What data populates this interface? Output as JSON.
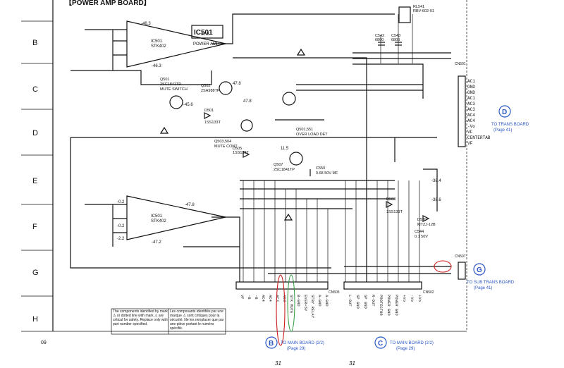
{
  "title": "【POWER AMP BOARD】",
  "page_number": "31",
  "corner_label": "09",
  "row_labels": [
    "B",
    "C",
    "D",
    "E",
    "F",
    "G",
    "H"
  ],
  "ic_upper": {
    "id": "IC501",
    "function": "POWER AMP",
    "ref": "IC501",
    "part": "STK402"
  },
  "ic_lower": {
    "ref": "IC501",
    "part": "STK402"
  },
  "transistors": [
    {
      "ref": "Q501",
      "part": "2SC1841TP",
      "role": "MUTE SWITCH"
    },
    {
      "ref": "Q502",
      "part": "2SA988TP"
    },
    {
      "ref": "Q501,551",
      "part": "",
      "role": "OVER LOAD DET"
    },
    {
      "ref": "Q503,504",
      "part": "",
      "role": "MUTE CONT"
    },
    {
      "ref": "Q507",
      "part": "2SC1841TP"
    }
  ],
  "diodes": [
    {
      "ref": "D501",
      "part": "1SS133T"
    },
    {
      "ref": "D505",
      "part": "1SS133T"
    },
    {
      "ref": "D503",
      "part": "1SS133T"
    },
    {
      "ref": "D570",
      "part": "MTZJ-12B"
    }
  ],
  "capacitors": [
    {
      "ref": "C542",
      "value": "6800"
    },
    {
      "ref": "C543",
      "value": "6800"
    },
    {
      "ref": "C550",
      "value": "0.68 50V MF"
    },
    {
      "ref": "C544",
      "value": "0.1 50V"
    }
  ],
  "voltages": [
    "-46.3",
    "47.8",
    "-46.3",
    "47.8",
    "-45.6",
    "47.8",
    "11.5",
    "-0.2",
    "-47.8",
    "-47.2",
    "-0.2",
    "-2.2",
    "-38.4",
    "-38.6"
  ],
  "relay_ref": "RL541",
  "relay_part": "RBV-602-01",
  "connector_d": {
    "ref": "CN501",
    "pins": [
      "AC1",
      "GND",
      "GND",
      "AC1",
      "AC3",
      "AC3",
      "AC4",
      "AC4",
      "-Vo",
      "VF",
      "CENTERTAB",
      "VF"
    ],
    "badge": "D",
    "label": "TO TRANS BOARD",
    "page": "(Page 41)"
  },
  "connector_g": {
    "ref": "CN507",
    "badge": "G",
    "label": "TO SUB TRANS BOARD",
    "page": "(Page 41)"
  },
  "connector_b": {
    "ref": "CN505",
    "pins": [
      "VF",
      "-B",
      "-B",
      "AC4",
      "AC4",
      "AC3",
      "AC3",
      "STK MUTE",
      "B-GND",
      "EVER+5V",
      "STBY RELAY",
      "A-GND",
      "A-GND"
    ],
    "badge": "B",
    "label": "TO MAIN BOARD (2/2)",
    "page": "(Page 29)"
  },
  "connector_c": {
    "ref": "CN502",
    "pins": [
      "L-OUT",
      "SP GND",
      "SP GND",
      "R-OUT",
      "PROTECTOR",
      "POWER GND",
      "POWER GND",
      "+Vo",
      "-Vo",
      "+Vo"
    ],
    "badge": "C",
    "label": "TO MAIN BOARD (2/2)",
    "page": "(Page 29)"
  },
  "note": {
    "english": "The components identified by mark ⚠ or dotted line with mark ⚠ are critical for safety. Replace only with part number specified.",
    "french": "Les composants identifiés par une marque ⚠ sont critiques pour la sécurité. Ne les remplacer que par une pièce portant le numéro spécifié."
  }
}
